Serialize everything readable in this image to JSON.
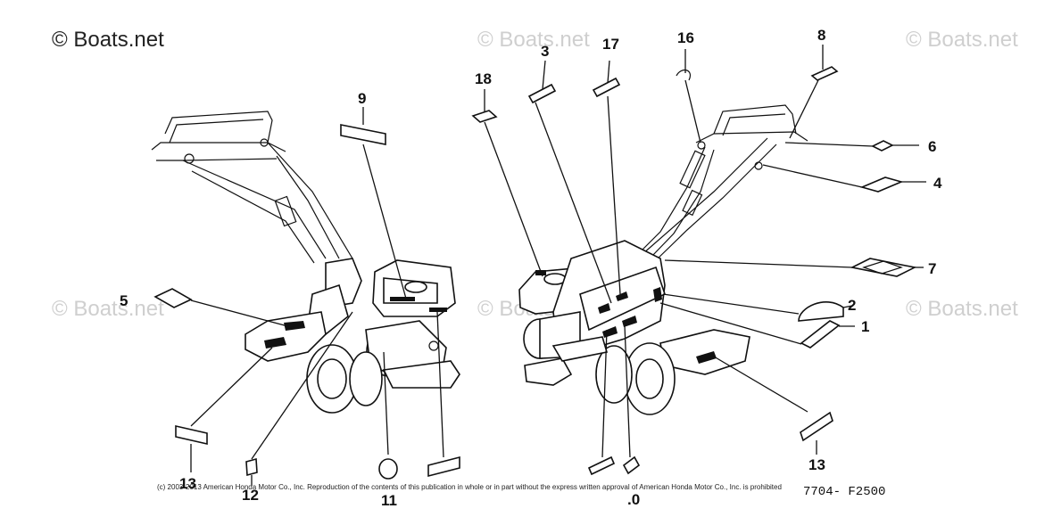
{
  "watermark": {
    "main": "© Boats.net",
    "faded": "© Boats.net"
  },
  "callouts": {
    "c1": "1",
    "c2": "2",
    "c3": "3",
    "c4": "4",
    "c5": "5",
    "c6": "6",
    "c7": "7",
    "c8": "8",
    "c9": "9",
    "c11": "11",
    "c12": "12",
    "c13_left": "13",
    "c13_right": "13",
    "c16": "16",
    "c17": "17",
    "c18": "18",
    "c10_partial": ".0"
  },
  "copyright": "(c) 2003-2013 American Honda Motor Co., Inc. Reproduction of the contents of this publication in whole or in part without the express written approval of American Honda Motor Co., Inc. is prohibited",
  "figure_code": "7704- F2500",
  "colors": {
    "ink": "#111111",
    "watermark": "#cfcfcf",
    "background": "#ffffff"
  }
}
